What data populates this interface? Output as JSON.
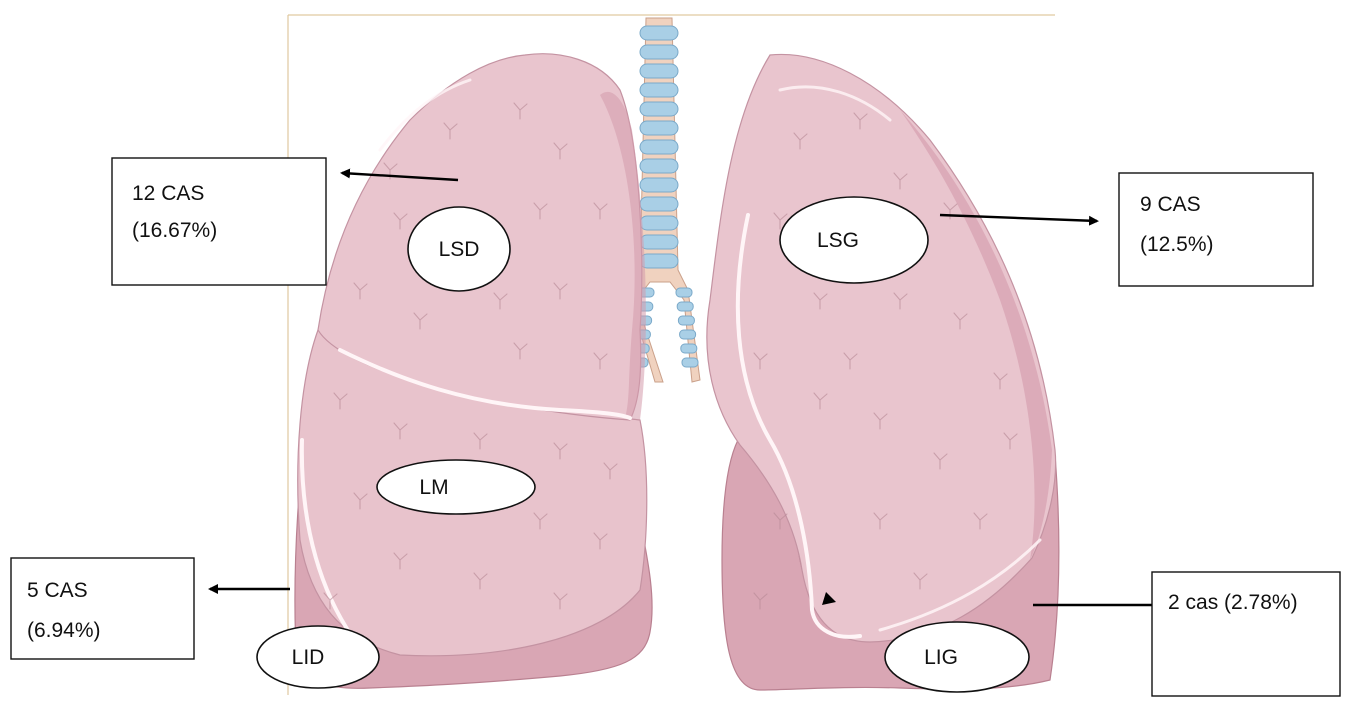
{
  "lobes": {
    "lsd": "LSD",
    "lm": "LM",
    "lid": "LID",
    "lsg": "LSG",
    "lig": "LIG"
  },
  "callouts": {
    "lsd": {
      "line1": "12 CAS",
      "line2": "(16.67%)"
    },
    "lsg": {
      "line1": "9 CAS",
      "line2": "(12.5%)"
    },
    "lid": {
      "line1": "5 CAS",
      "line2": "(6.94%)"
    },
    "lig": {
      "line1": "2 cas (2.78%)"
    }
  },
  "colors": {
    "lung_fill": "#e8c3cc",
    "lung_shadow": "#d39aab",
    "lung_highlight": "#f6e3e8",
    "trachea_ring": "#a9cfe6",
    "trachea_ring_dark": "#7aa9c9",
    "bronchus_tissue": "#f0d2bf",
    "frame_line": "#e0c9a0"
  }
}
